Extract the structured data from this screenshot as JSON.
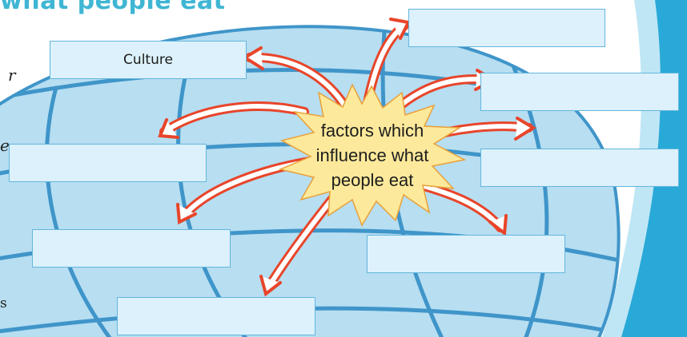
{
  "heading": "what people eat",
  "edge_glyphs": [
    "r",
    "e",
    "s"
  ],
  "center": {
    "lines": [
      "factors which",
      "influence what",
      "people eat"
    ]
  },
  "boxes": {
    "culture": "Culture",
    "top_right": "",
    "right_upper": "",
    "right_middle": "",
    "left_middle": "",
    "left_lower": "",
    "bottom_middle": "",
    "bottom_right": ""
  },
  "colors": {
    "heading": "#3fb6d3",
    "globe": "#b7def1",
    "globe_lines": "#3f95c9",
    "arrow_outline": "#e8452a",
    "starburst": "#fde99b",
    "box_fill": "#dcf1fb",
    "box_border": "#63b6dd",
    "side_panel": "#29a9d8"
  }
}
